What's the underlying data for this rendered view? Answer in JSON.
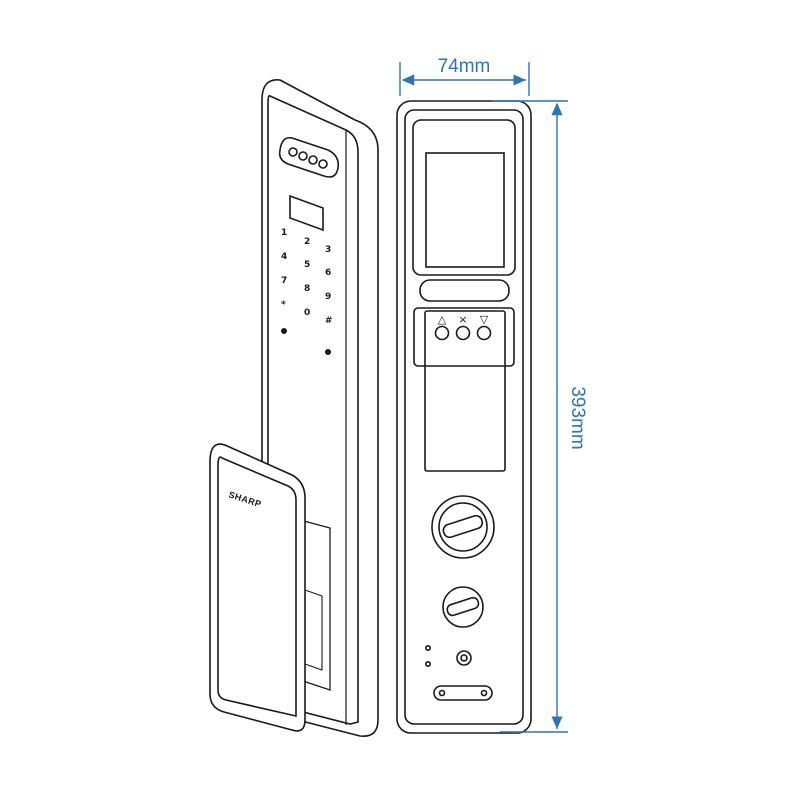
{
  "diagram": {
    "width_label": "74mm",
    "height_label": "393mm",
    "brand": "SHARP",
    "keypad_keys": [
      "1",
      "2",
      "3",
      "4",
      "5",
      "6",
      "7",
      "8",
      "9",
      "*",
      "0",
      "#"
    ],
    "button_symbols": [
      "△",
      "×",
      "▽"
    ],
    "colors": {
      "line": "#1a1a1a",
      "dimension": "#2f74b5",
      "background": "#ffffff"
    }
  }
}
